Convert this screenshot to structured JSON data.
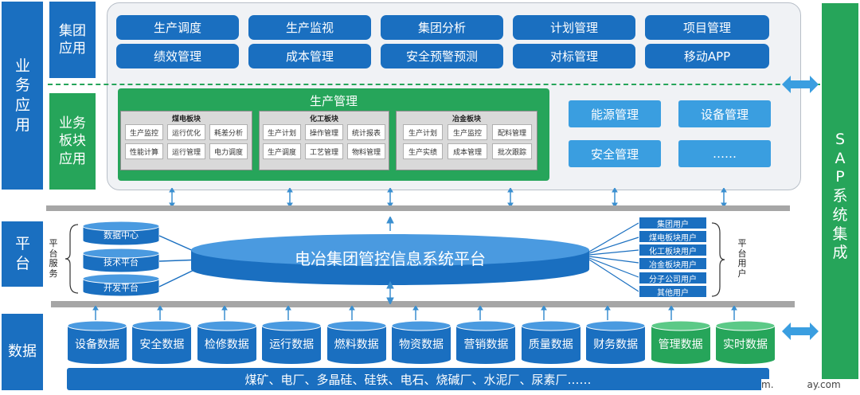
{
  "left_labels": {
    "business_app": "业务应用",
    "group_app": "集团应用",
    "sector_app": "业务板块应用",
    "platform": "平台",
    "data": "数据"
  },
  "group_buttons": [
    [
      "生产调度",
      "生产监视",
      "集团分析",
      "计划管理",
      "项目管理"
    ],
    [
      "绩效管理",
      "成本管理",
      "安全预警预测",
      "对标管理",
      "移动APP"
    ]
  ],
  "production": {
    "title": "生产管理",
    "coal": {
      "title": "煤电板块",
      "items": [
        "生产监控",
        "运行优化",
        "耗差分析",
        "性能计算",
        "运行管理",
        "电力调度"
      ]
    },
    "chem": {
      "title": "化工板块",
      "items": [
        "生产计划",
        "操作管理",
        "统计报表",
        "生产调度",
        "工艺管理",
        "物料管理"
      ]
    },
    "metal": {
      "title": "冶金板块",
      "items": [
        "生产计划",
        "生产监控",
        "配料管理",
        "生产实绩",
        "成本管理",
        "批次跟踪"
      ]
    }
  },
  "sector_buttons": [
    "能源管理",
    "设备管理",
    "安全管理",
    "……"
  ],
  "platform": {
    "main": "电冶集团管控信息系统平台",
    "service_label": "平台服务",
    "service_items": [
      "数据中心",
      "技术平台",
      "开发平台"
    ],
    "user_label": "平台用户",
    "users": [
      "集团用户",
      "煤电板块用户",
      "化工板块用户",
      "冶金板块用户",
      "分子公司用户",
      "其他用户"
    ]
  },
  "data_items": [
    "设备数据",
    "安全数据",
    "检修数据",
    "运行数据",
    "燃料数据",
    "物资数据",
    "营销数据",
    "质量数据",
    "财务数据",
    "管理数据",
    "实时数据"
  ],
  "data_item_colors": [
    "#1a6fc0",
    "#1a6fc0",
    "#1a6fc0",
    "#1a6fc0",
    "#1a6fc0",
    "#1a6fc0",
    "#1a6fc0",
    "#1a6fc0",
    "#1a6fc0",
    "#26a55a",
    "#26a55a"
  ],
  "sources": "煤矿、电厂、多晶硅、硅铁、电石、烧碱厂、水泥厂、尿素厂……",
  "sap": "SAP系统集成",
  "watermark": "m.           ay.com"
}
